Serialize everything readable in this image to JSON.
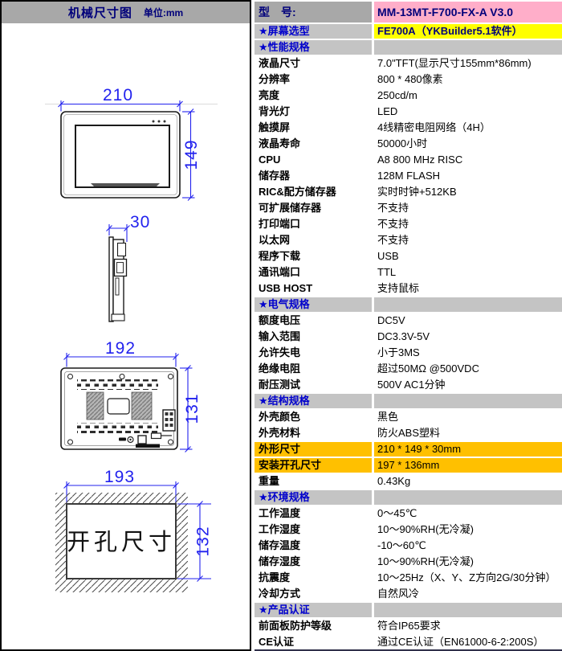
{
  "header": {
    "left_title": "机械尺寸图",
    "left_unit": "单位:mm",
    "model_label": "型　号:",
    "model_value": "MM-13MT-F700-FX-A V3.0"
  },
  "colors": {
    "header_gray": "#a8a8a8",
    "section_gray": "#c4c4c4",
    "model_pink": "#ffaec9",
    "screen_yellow": "#ffff00",
    "dimension_gold": "#ffc000",
    "navy_text": "#00007a",
    "section_blue_text": "#0000cc",
    "dimension_blue": "#2222ee"
  },
  "drawings": {
    "front": {
      "width_dim": "210",
      "height_dim": "149"
    },
    "side": {
      "depth_dim": "30"
    },
    "rear": {
      "width_dim": "192",
      "height_dim": "131"
    },
    "cutout": {
      "width_dim": "193",
      "height_dim": "132",
      "label": "开孔尺寸"
    }
  },
  "spec_rows": [
    {
      "type": "screen",
      "label": "★屏幕选型",
      "value": "FE700A（YKBuilder5.1软件）"
    },
    {
      "type": "section",
      "label": "★性能规格",
      "value": ""
    },
    {
      "type": "normal",
      "label": "液晶尺寸",
      "value": "7.0\"TFT(显示尺寸155mm*86mm)"
    },
    {
      "type": "normal",
      "label": "分辨率",
      "value": "800 * 480像素"
    },
    {
      "type": "normal",
      "label": "亮度",
      "value": "250cd/m"
    },
    {
      "type": "normal",
      "label": "背光灯",
      "value": "LED"
    },
    {
      "type": "normal",
      "label": "触摸屏",
      "value": "4线精密电阻网络（4H）"
    },
    {
      "type": "normal",
      "label": "液晶寿命",
      "value": "50000小时"
    },
    {
      "type": "normal",
      "label": "CPU",
      "value": "A8 800 MHz RISC"
    },
    {
      "type": "normal",
      "label": "储存器",
      "value": "128M FLASH"
    },
    {
      "type": "normal",
      "label": "RIC&配方储存器",
      "value": "实时时钟+512KB"
    },
    {
      "type": "normal",
      "label": "可扩展储存器",
      "value": "不支持"
    },
    {
      "type": "normal",
      "label": "打印端口",
      "value": "不支持"
    },
    {
      "type": "normal",
      "label": "以太网",
      "value": "不支持"
    },
    {
      "type": "normal",
      "label": "程序下载",
      "value": "USB"
    },
    {
      "type": "normal",
      "label": "通讯端口",
      "value": "TTL"
    },
    {
      "type": "normal",
      "label": "USB HOST",
      "value": "支持鼠标"
    },
    {
      "type": "section",
      "label": "★电气规格",
      "value": ""
    },
    {
      "type": "normal",
      "label": "额度电压",
      "value": "DC5V"
    },
    {
      "type": "normal",
      "label": "输入范围",
      "value": "DC3.3V-5V"
    },
    {
      "type": "normal",
      "label": "允许失电",
      "value": "小于3MS"
    },
    {
      "type": "normal",
      "label": "绝缘电阻",
      "value": "超过50MΩ @500VDC"
    },
    {
      "type": "normal",
      "label": "耐压测试",
      "value": "500V AC1分钟"
    },
    {
      "type": "section",
      "label": "★结构规格",
      "value": ""
    },
    {
      "type": "normal",
      "label": "外壳颜色",
      "value": "黑色"
    },
    {
      "type": "normal",
      "label": "外壳材料",
      "value": "防火ABS塑料"
    },
    {
      "type": "gold",
      "label": "外形尺寸",
      "value": "210 * 149 * 30mm"
    },
    {
      "type": "gold",
      "label": "安装开孔尺寸",
      "value": "197 * 136mm"
    },
    {
      "type": "normal",
      "label": "重量",
      "value": "0.43Kg"
    },
    {
      "type": "section",
      "label": "★环境规格",
      "value": ""
    },
    {
      "type": "normal",
      "label": "工作温度",
      "value": "0～45℃"
    },
    {
      "type": "normal",
      "label": "工作湿度",
      "value": "10～90%RH(无冷凝)"
    },
    {
      "type": "normal",
      "label": "储存温度",
      "value": "-10～60℃"
    },
    {
      "type": "normal",
      "label": "储存湿度",
      "value": "10～90%RH(无冷凝)"
    },
    {
      "type": "normal",
      "label": "抗震度",
      "value": "10～25Hz（X、Y、Z方向2G/30分钟）"
    },
    {
      "type": "normal",
      "label": "冷却方式",
      "value": "自然风冷"
    },
    {
      "type": "section",
      "label": "★产品认证",
      "value": ""
    },
    {
      "type": "normal",
      "label": "前面板防护等级",
      "value": "符合IP65要求"
    },
    {
      "type": "normal",
      "label": "CE认证",
      "value": "通过CE认证（EN61000-6-2:200S）"
    }
  ]
}
